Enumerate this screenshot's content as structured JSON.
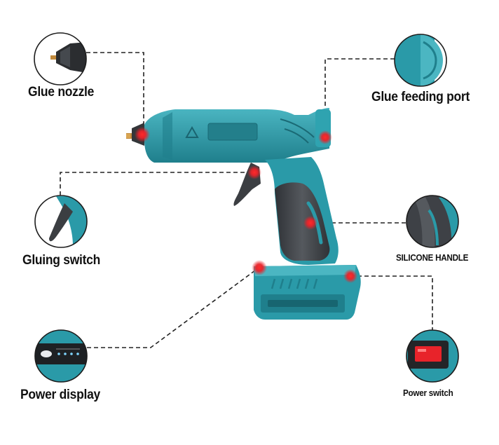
{
  "colors": {
    "body": "#2a9aa8",
    "body_dark": "#1f7f8c",
    "body_light": "#4bb6c2",
    "grip": "#4a4d52",
    "grip_dark": "#2f3236",
    "marker": "#e8232a",
    "leader": "#222222",
    "circle_border": "#1c1c1c"
  },
  "callouts": {
    "glue_nozzle": {
      "label": "Glue nozzle",
      "icon": "glue-nozzle-closeup"
    },
    "glue_feeding_port": {
      "label": "Glue feeding port",
      "icon": "feeding-port-closeup"
    },
    "gluing_switch": {
      "label": "Gluing switch",
      "icon": "trigger-closeup"
    },
    "silicone_handle": {
      "label": "SILICONE HANDLE",
      "icon": "handle-closeup"
    },
    "power_display": {
      "label": "Power display",
      "icon": "battery-display-closeup"
    },
    "power_switch": {
      "label": "Power switch",
      "icon": "red-switch-closeup"
    }
  }
}
